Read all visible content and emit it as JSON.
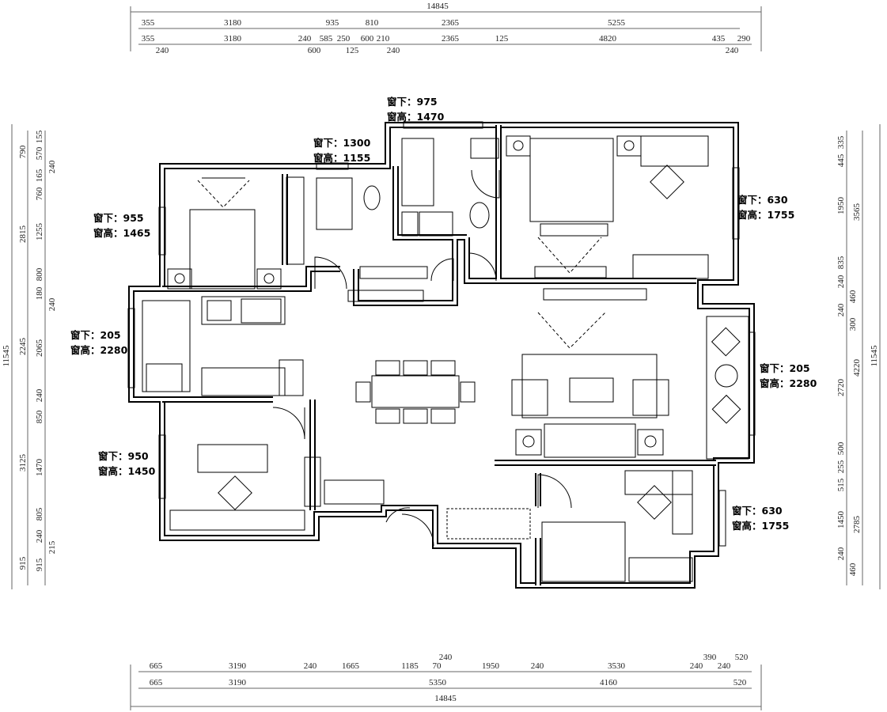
{
  "dimensions": {
    "top_total": "14845",
    "top_row1": [
      "355",
      "3180",
      "935",
      "810",
      "2365",
      "5255"
    ],
    "top_row2": [
      "355",
      "240",
      "3180",
      "240",
      "600",
      "585",
      "250",
      "125",
      "600",
      "210",
      "240",
      "2365",
      "125",
      "4820",
      "435",
      "240",
      "290"
    ],
    "bottom_row1": [
      "665",
      "3190",
      "240",
      "1665",
      "1185",
      "70",
      "240",
      "1950",
      "240",
      "3530",
      "240",
      "390",
      "240",
      "520"
    ],
    "bottom_row2": [
      "665",
      "3190",
      "5350",
      "4160",
      "520"
    ],
    "bottom_total": "14845",
    "left_total": "11545",
    "left_outer": [
      "790",
      "2815",
      "2245",
      "3125",
      "915"
    ],
    "left_inner": [
      "155",
      "570",
      "240",
      "165",
      "760",
      "1255",
      "800",
      "180",
      "240",
      "2065",
      "240",
      "850",
      "1470",
      "805",
      "240",
      "215",
      "915"
    ],
    "right_total": "11545",
    "right_outer": [
      "3565",
      "4220",
      "2785"
    ],
    "right_inner": [
      "335",
      "445",
      "1950",
      "835",
      "240",
      "460",
      "240",
      "300",
      "2720",
      "500",
      "255",
      "515",
      "1450",
      "240",
      "460"
    ]
  },
  "window_labels": [
    {
      "sill_label": "窗下：975",
      "height_label": "窗高：1470"
    },
    {
      "sill_label": "窗下：1300",
      "height_label": "窗高：1155"
    },
    {
      "sill_label": "窗下：955",
      "height_label": "窗高：1465"
    },
    {
      "sill_label": "窗下：630",
      "height_label": "窗高：1755"
    },
    {
      "sill_label": "窗下：205",
      "height_label": "窗高：2280"
    },
    {
      "sill_label": "窗下：205",
      "height_label": "窗高：2280"
    },
    {
      "sill_label": "窗下：950",
      "height_label": "窗高：1450"
    },
    {
      "sill_label": "窗下：630",
      "height_label": "窗高：1755"
    }
  ]
}
